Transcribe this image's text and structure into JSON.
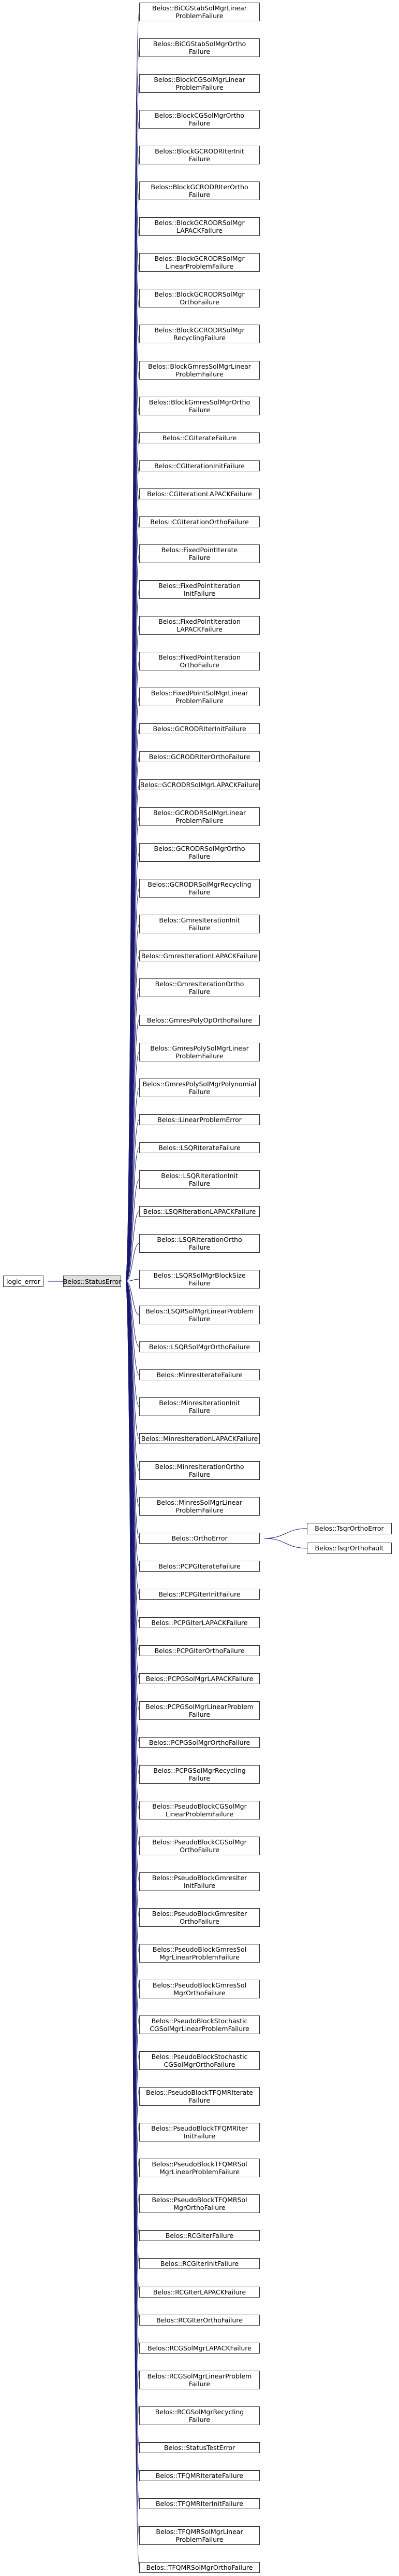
{
  "colors": {
    "edge": "#191970",
    "node_border": "#333333",
    "active_fill": "#e0e0e0"
  },
  "diagram": {
    "root": {
      "id": "logic_error",
      "label": "logic_error"
    },
    "base": {
      "id": "Belos::StatusEr",
      "label": "Belos::StatusError"
    },
    "ortho": {
      "id": "Belos::OrthoError",
      "label": "Belos::OrthoError"
    },
    "ortho_children": [
      {
        "id": "TsqrOrthoError",
        "label": "Belos::TsqrOrthoError"
      },
      {
        "id": "TsqrOrthoFault",
        "label": "Belos::TsqrOrthoFault"
      }
    ],
    "nodes": [
      {
        "id": "BiCGStabSolMgrLinearProblemFailure",
        "label": "Belos::BiCGStabSolMgrLinear\nProblemFailure"
      },
      {
        "id": "BiCGStabSolMgrOrthoFailure",
        "label": "Belos::BiCGStabSolMgrOrtho\nFailure"
      },
      {
        "id": "BlockCGSolMgrLinearProblemFailure",
        "label": "Belos::BlockCGSolMgrLinear\nProblemFailure"
      },
      {
        "id": "BlockCGSolMgrOrthoFailure",
        "label": "Belos::BlockCGSolMgrOrtho\nFailure"
      },
      {
        "id": "BlockGCRODRIterInitFailure",
        "label": "Belos::BlockGCRODRIterInit\nFailure"
      },
      {
        "id": "BlockGCRODRIterOrthoFailure",
        "label": "Belos::BlockGCRODRIterOrtho\nFailure"
      },
      {
        "id": "BlockGCRODRSolMgrLAPACKFailure",
        "label": "Belos::BlockGCRODRSolMgr\nLAPACKFailure"
      },
      {
        "id": "BlockGCRODRSolMgrLinearProblemFailure",
        "label": "Belos::BlockGCRODRSolMgr\nLinearProblemFailure"
      },
      {
        "id": "BlockGCRODRSolMgrOrthoFailure",
        "label": "Belos::BlockGCRODRSolMgr\nOrthoFailure"
      },
      {
        "id": "BlockGCRODRSolMgrRecyclingFailure",
        "label": "Belos::BlockGCRODRSolMgr\nRecyclingFailure"
      },
      {
        "id": "BlockGmresSolMgrLinearProblemFailure",
        "label": "Belos::BlockGmresSolMgrLinear\nProblemFailure"
      },
      {
        "id": "BlockGmresSolMgrOrthoFailure",
        "label": "Belos::BlockGmresSolMgrOrtho\nFailure"
      },
      {
        "id": "CGIterateFailure",
        "label": "Belos::CGIterateFailure"
      },
      {
        "id": "CGIterationInitFailure",
        "label": "Belos::CGIterationInitFailure"
      },
      {
        "id": "CGIterationLAPACKFailure",
        "label": "Belos::CGIterationLAPACKFailure"
      },
      {
        "id": "CGIterationOrthoFailure",
        "label": "Belos::CGIterationOrthoFailure"
      },
      {
        "id": "FixedPointIterateFailure",
        "label": "Belos::FixedPointIterate\nFailure"
      },
      {
        "id": "FixedPointIterationInitFailure",
        "label": "Belos::FixedPointIteration\nInitFailure"
      },
      {
        "id": "FixedPointIterationLAPACKFailure",
        "label": "Belos::FixedPointIteration\nLAPACKFailure"
      },
      {
        "id": "FixedPointIterationOrthoFailure",
        "label": "Belos::FixedPointIteration\nOrthoFailure"
      },
      {
        "id": "FixedPointSolMgrLinearProblemFailure",
        "label": "Belos::FixedPointSolMgrLinear\nProblemFailure"
      },
      {
        "id": "GCRODRIterInitFailure",
        "label": "Belos::GCRODRIterInitFailure"
      },
      {
        "id": "GCRODRIterOrthoFailure",
        "label": "Belos::GCRODRIterOrthoFailure"
      },
      {
        "id": "GCRODRSolMgrLAPACKFailure",
        "label": "Belos::GCRODRSolMgrLAPACKFailure"
      },
      {
        "id": "GCRODRSolMgrLinearProblemFailure",
        "label": "Belos::GCRODRSolMgrLinear\nProblemFailure"
      },
      {
        "id": "GCRODRSolMgrOrthoFailure",
        "label": "Belos::GCRODRSolMgrOrtho\nFailure"
      },
      {
        "id": "GCRODRSolMgrRecyclingFailure",
        "label": "Belos::GCRODRSolMgrRecycling\nFailure"
      },
      {
        "id": "GmresIterationInitFailure",
        "label": "Belos::GmresIterationInit\nFailure"
      },
      {
        "id": "GmresIterationLAPACKFailure",
        "label": "Belos::GmresIterationLAPACKFailure"
      },
      {
        "id": "GmresIterationOrthoFailure",
        "label": "Belos::GmresIterationOrtho\nFailure"
      },
      {
        "id": "GmresPolyOpOrthoFailure",
        "label": "Belos::GmresPolyOpOrthoFailure"
      },
      {
        "id": "GmresPolySolMgrLinearProblemFailure",
        "label": "Belos::GmresPolySolMgrLinear\nProblemFailure"
      },
      {
        "id": "GmresPolySolMgrPolynomialFailure",
        "label": "Belos::GmresPolySolMgrPolynomial\nFailure"
      },
      {
        "id": "LinearProblemError",
        "label": "Belos::LinearProblemError"
      },
      {
        "id": "LSQRIterateFailure",
        "label": "Belos::LSQRIterateFailure"
      },
      {
        "id": "LSQRIterationInitFailure",
        "label": "Belos::LSQRIterationInit\nFailure"
      },
      {
        "id": "LSQRIterationLAPACKFailure",
        "label": "Belos::LSQRIterationLAPACKFailure"
      },
      {
        "id": "LSQRIterationOrthoFailure",
        "label": "Belos::LSQRIterationOrtho\nFailure"
      },
      {
        "id": "LSQRSolMgrBlockSizeFailure",
        "label": "Belos::LSQRSolMgrBlockSize\nFailure"
      },
      {
        "id": "LSQRSolMgrLinearProblemFailure",
        "label": "Belos::LSQRSolMgrLinearProblem\nFailure"
      },
      {
        "id": "LSQRSolMgrOrthoFailure",
        "label": "Belos::LSQRSolMgrOrthoFailure"
      },
      {
        "id": "MinresIterateFailure",
        "label": "Belos::MinresIterateFailure"
      },
      {
        "id": "MinresIterationInitFailure",
        "label": "Belos::MinresIterationInit\nFailure"
      },
      {
        "id": "MinresIterationLAPACKFailure",
        "label": "Belos::MinresIterationLAPACKFailure"
      },
      {
        "id": "MinresIterationOrthoFailure",
        "label": "Belos::MinresIterationOrtho\nFailure"
      },
      {
        "id": "MinresSolMgrLinearProblemFailure",
        "label": "Belos::MinresSolMgrLinear\nProblemFailure"
      },
      {
        "id": "OrthoError",
        "label": "Belos::OrthoError",
        "is_ortho": true
      },
      {
        "id": "PCPGIterateFailure",
        "label": "Belos::PCPGIterateFailure"
      },
      {
        "id": "PCPGIterInitFailure",
        "label": "Belos::PCPGIterInitFailure"
      },
      {
        "id": "PCPGIterLAPACKFailure",
        "label": "Belos::PCPGIterLAPACKFailure"
      },
      {
        "id": "PCPGIterOrthoFailure",
        "label": "Belos::PCPGIterOrthoFailure"
      },
      {
        "id": "PCPGSolMgrLAPACKFailure",
        "label": "Belos::PCPGSolMgrLAPACKFailure"
      },
      {
        "id": "PCPGSolMgrLinearProblemFailure",
        "label": "Belos::PCPGSolMgrLinearProblem\nFailure"
      },
      {
        "id": "PCPGSolMgrOrthoFailure",
        "label": "Belos::PCPGSolMgrOrthoFailure"
      },
      {
        "id": "PCPGSolMgrRecyclingFailure",
        "label": "Belos::PCPGSolMgrRecycling\nFailure"
      },
      {
        "id": "PseudoBlockCGSolMgrLinearProblemFailure",
        "label": "Belos::PseudoBlockCGSolMgr\nLinearProblemFailure"
      },
      {
        "id": "PseudoBlockCGSolMgrOrthoFailure",
        "label": "Belos::PseudoBlockCGSolMgr\nOrthoFailure"
      },
      {
        "id": "PseudoBlockGmresIterInitFailure",
        "label": "Belos::PseudoBlockGmresIter\nInitFailure"
      },
      {
        "id": "PseudoBlockGmresIterOrthoFailure",
        "label": "Belos::PseudoBlockGmresIter\nOrthoFailure"
      },
      {
        "id": "PseudoBlockGmresSolMgrLinearProblemFailure",
        "label": "Belos::PseudoBlockGmresSol\nMgrLinearProblemFailure"
      },
      {
        "id": "PseudoBlockGmresSolMgrOrthoFailure",
        "label": "Belos::PseudoBlockGmresSol\nMgrOrthoFailure"
      },
      {
        "id": "PseudoBlockStochasticCGSolMgrLinearProblemFailure",
        "label": "Belos::PseudoBlockStochastic\nCGSolMgrLinearProblemFailure"
      },
      {
        "id": "PseudoBlockStochasticCGSolMgrOrthoFailure",
        "label": "Belos::PseudoBlockStochastic\nCGSolMgrOrthoFailure"
      },
      {
        "id": "PseudoBlockTFQMRIterateFailure",
        "label": "Belos::PseudoBlockTFQMRIterate\nFailure"
      },
      {
        "id": "PseudoBlockTFQMRIterInitFailure",
        "label": "Belos::PseudoBlockTFQMRIter\nInitFailure"
      },
      {
        "id": "PseudoBlockTFQMRSolMgrLinearProblemFailure",
        "label": "Belos::PseudoBlockTFQMRSol\nMgrLinearProblemFailure"
      },
      {
        "id": "PseudoBlockTFQMRSolMgrOrthoFailure",
        "label": "Belos::PseudoBlockTFQMRSol\nMgrOrthoFailure"
      },
      {
        "id": "RCGIterFailure",
        "label": "Belos::RCGIterFailure"
      },
      {
        "id": "RCGIterInitFailure",
        "label": "Belos::RCGIterInitFailure"
      },
      {
        "id": "RCGIterLAPACKFailure",
        "label": "Belos::RCGIterLAPACKFailure"
      },
      {
        "id": "RCGIterOrthoFailure",
        "label": "Belos::RCGIterOrthoFailure"
      },
      {
        "id": "RCGSolMgrLAPACKFailure",
        "label": "Belos::RCGSolMgrLAPACKFailure"
      },
      {
        "id": "RCGSolMgrLinearProblemFailure",
        "label": "Belos::RCGSolMgrLinearProblem\nFailure"
      },
      {
        "id": "RCGSolMgrRecyclingFailure",
        "label": "Belos::RCGSolMgrRecycling\nFailure"
      },
      {
        "id": "StatusTestError",
        "label": "Belos::StatusTestError"
      },
      {
        "id": "TFQMRIterateFailure",
        "label": "Belos::TFQMRIterateFailure"
      },
      {
        "id": "TFQMRIterInitFailure",
        "label": "Belos::TFQMRIterInitFailure"
      },
      {
        "id": "TFQMRSolMgrLinearProblemFailure",
        "label": "Belos::TFQMRSolMgrLinear\nProblemFailure"
      },
      {
        "id": "TFQMRSolMgrOrthoFailure",
        "label": "Belos::TFQMRSolMgrOrthoFailure"
      }
    ]
  }
}
